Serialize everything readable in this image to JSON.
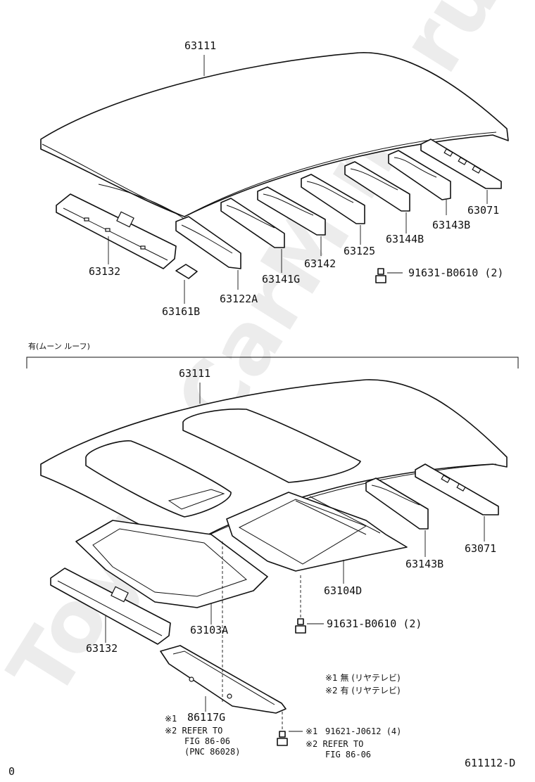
{
  "watermark": "ToyotaCarMine.ru",
  "top": {
    "labels": {
      "roof_panel": "63111",
      "rail_63071": "63071",
      "bolt": "91631-B0610 (2)",
      "p63143b": "63143B",
      "p63144b": "63144B",
      "p63125": "63125",
      "p63142": "63142",
      "p63141g": "63141G",
      "p63132": "63132",
      "p63122a": "63122A",
      "p63161b": "63161B"
    }
  },
  "bottom": {
    "header": "有(ムーン ルーフ)",
    "labels": {
      "roof_panel": "63111",
      "rail_63071": "63071",
      "p63143b": "63143B",
      "p63104d": "63104D",
      "p63103a": "63103A",
      "bolt": "91631-B0610 (2)",
      "p63132": "63132",
      "p86117g": "86117G",
      "mark1": "※1",
      "refer_ref2": "※2 REFER TO",
      "refer_fig2": "FIG 86-06",
      "refer_pnc": "(PNC 86028)",
      "bolt2_mark": "※1",
      "bolt2": "91621-J0612 (4)",
      "refer2_ref": "※2 REFER TO",
      "refer2_fig": "FIG 86-06"
    },
    "notes": {
      "n1": "※1 無 (リヤテレビ)",
      "n2": "※2 有 (リヤテレビ)"
    }
  },
  "footer": {
    "left": "0",
    "code": "611112-D"
  }
}
